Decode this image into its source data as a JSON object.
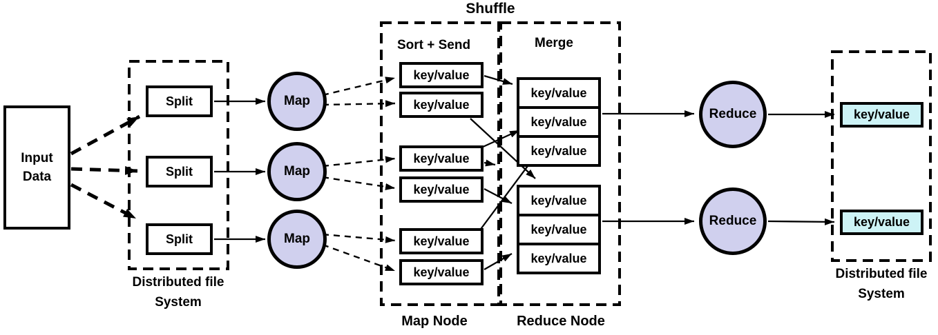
{
  "diagram": {
    "title": "Shuffle",
    "input_box": {
      "line1": "Input",
      "line2": "Data"
    },
    "left_dfs_label": {
      "line1": "Distributed file",
      "line2": "System"
    },
    "right_dfs_label": {
      "line1": "Distributed file",
      "line2": "System"
    },
    "split_labels": [
      "Split",
      "Split",
      "Split"
    ],
    "map_labels": [
      "Map",
      "Map",
      "Map"
    ],
    "sort_send_label": "Sort + Send",
    "merge_label": "Merge",
    "map_node_label": "Map Node",
    "reduce_node_label": "Reduce Node",
    "sort_items": [
      "key/value",
      "key/value",
      "key/value",
      "key/value",
      "key/value",
      "key/value"
    ],
    "merge_group1": [
      "key/value",
      "key/value",
      "key/value"
    ],
    "merge_group2": [
      "key/value",
      "key/value",
      "key/value"
    ],
    "reduce_labels": [
      "Reduce",
      "Reduce"
    ],
    "output_items": [
      "key/value",
      "key/value"
    ],
    "colors": {
      "process_fill": "#d0d0ee",
      "output_fill": "#cdf3f6",
      "stroke": "#000000",
      "background": "#ffffff"
    }
  }
}
